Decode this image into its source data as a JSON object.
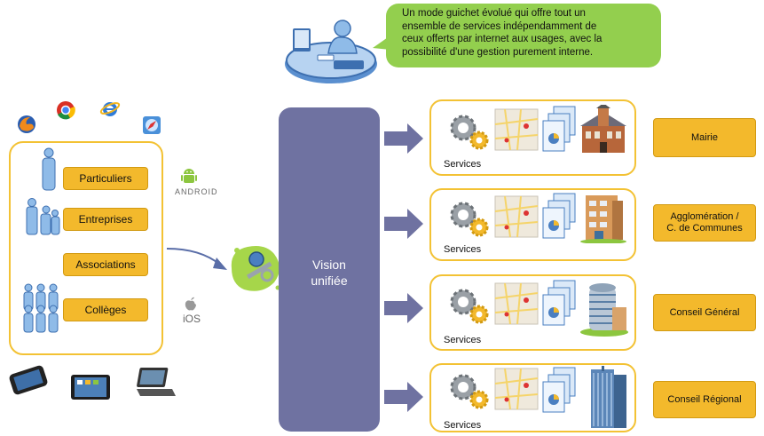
{
  "bubble": {
    "text_lines": [
      "Un mode guichet évolué qui offre tout un",
      "ensemble de services indépendamment de",
      "ceux offerts par internet aux usages, avec la",
      "possibilité d'une gestion purement interne."
    ],
    "color": "#93cf4e"
  },
  "users": {
    "items": [
      {
        "label": "Particuliers"
      },
      {
        "label": "Entreprises"
      },
      {
        "label": "Associations"
      },
      {
        "label": "Collèges"
      }
    ]
  },
  "platforms": {
    "android_label": "ANDROID",
    "ios_label": "iOS"
  },
  "vision": {
    "line1": "Vision",
    "line2": "unifiée",
    "color": "#6f72a1"
  },
  "services": {
    "label": "Services",
    "rows": [
      {
        "building": "town-hall-icon"
      },
      {
        "building": "apartment-building-icon"
      },
      {
        "building": "round-tower-icon"
      },
      {
        "building": "office-tower-icon"
      }
    ]
  },
  "organizations": {
    "items": [
      {
        "label": "Mairie"
      },
      {
        "label_line1": "Agglomération /",
        "label_line2": "C. de Communes"
      },
      {
        "label": "Conseil Général"
      },
      {
        "label": "Conseil Régional"
      }
    ]
  },
  "colors": {
    "accent_yellow": "#f3b92c",
    "border_yellow": "#f3c234",
    "arrow_purple": "#6f72a1",
    "key_green": "#a6d64a"
  }
}
